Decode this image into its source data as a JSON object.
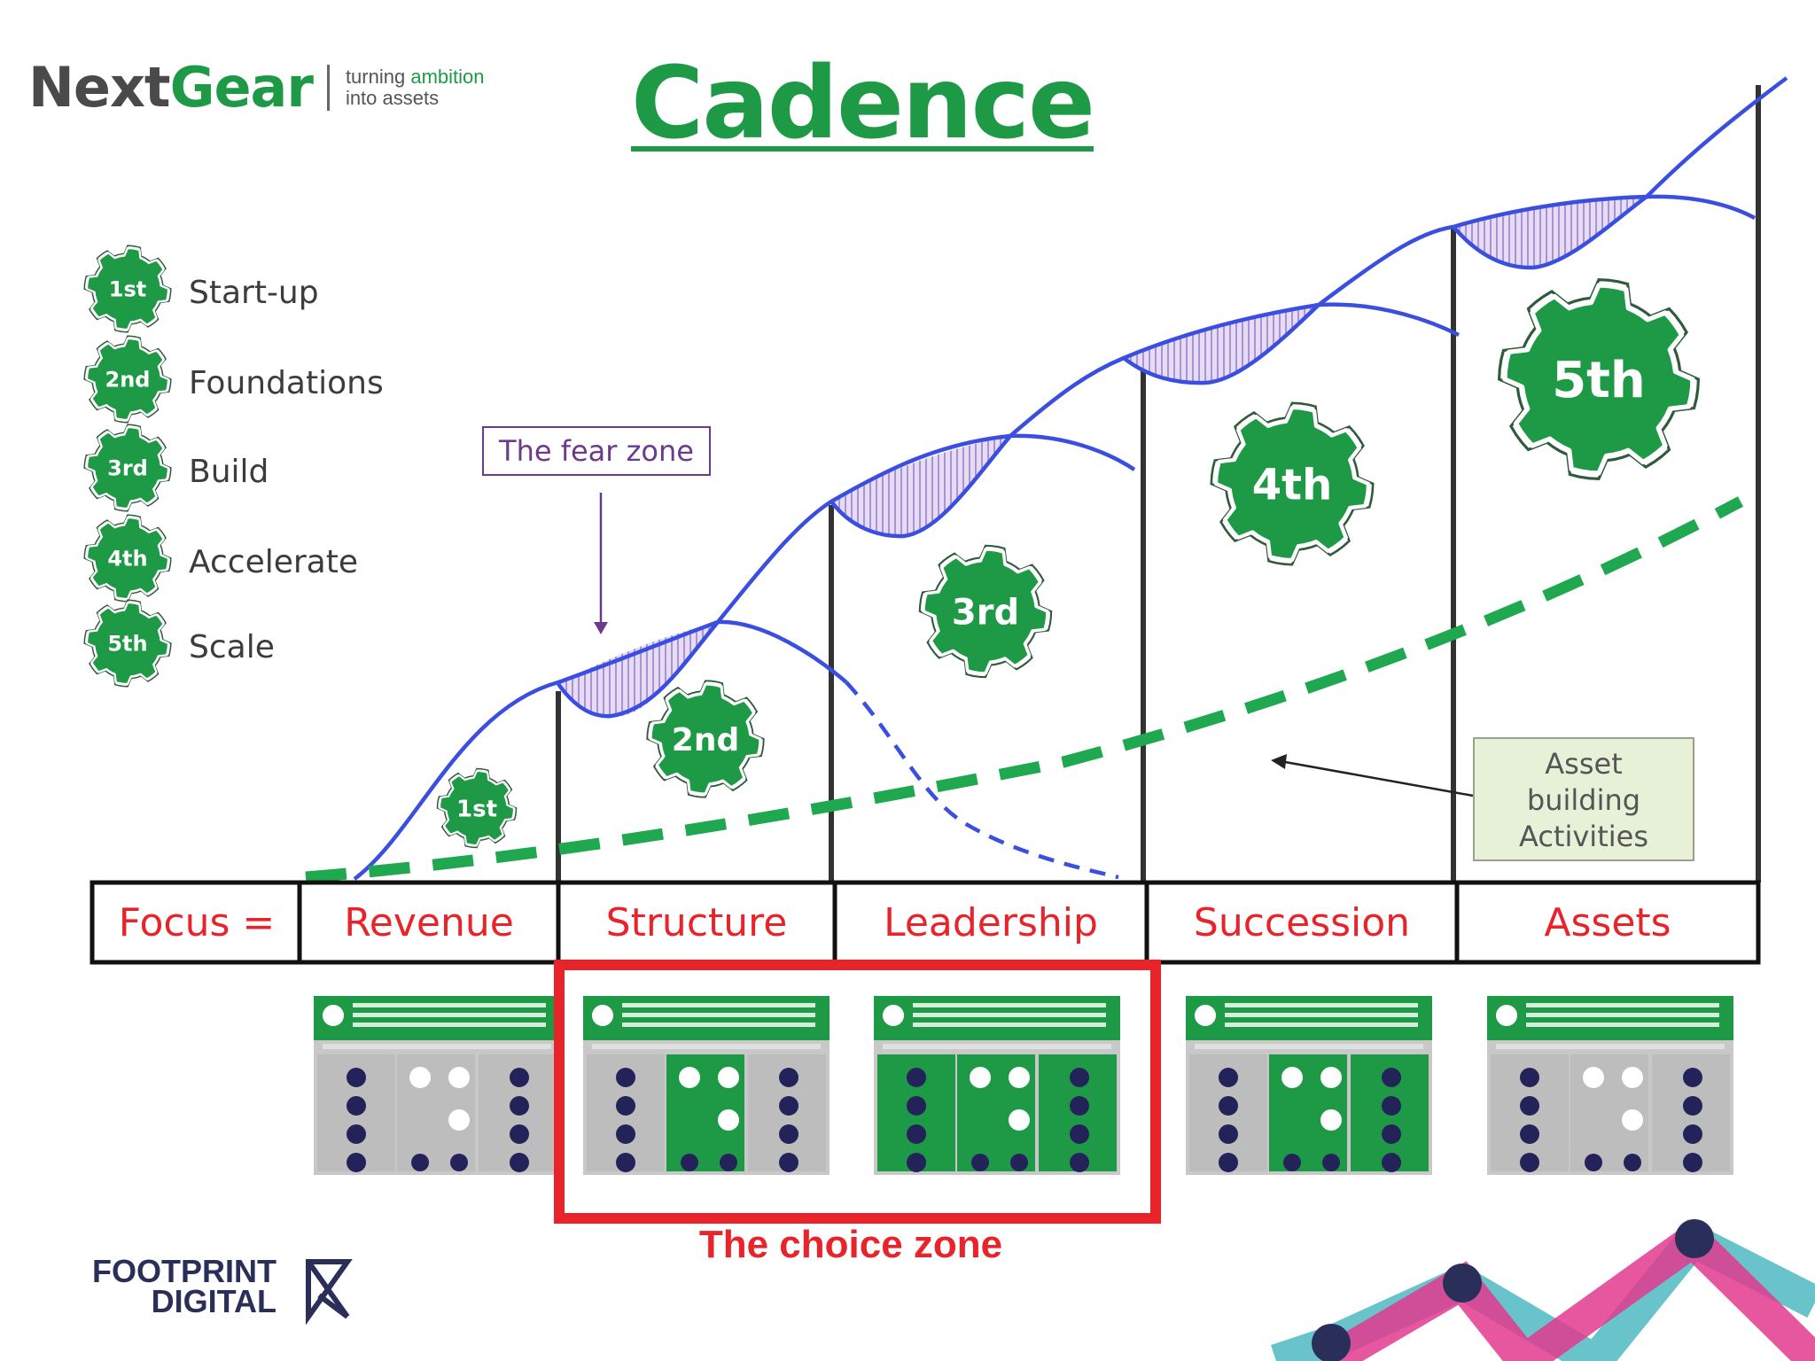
{
  "brand": {
    "name_part1": "Next",
    "name_part2": "Gear",
    "tagline_line1_a": "turning ",
    "tagline_line1_b": "ambition",
    "tagline_line2": "into assets"
  },
  "title": "Cadence",
  "legend": [
    {
      "badge": "1st",
      "label": "Start-up"
    },
    {
      "badge": "2nd",
      "label": "Foundations"
    },
    {
      "badge": "3rd",
      "label": "Build"
    },
    {
      "badge": "4th",
      "label": "Accelerate"
    },
    {
      "badge": "5th",
      "label": "Scale"
    }
  ],
  "stage_gears": [
    "1st",
    "2nd",
    "3rd",
    "4th",
    "5th"
  ],
  "focus": {
    "label": "Focus =",
    "stages": [
      "Revenue",
      "Structure",
      "Leadership",
      "Succession",
      "Assets"
    ]
  },
  "callouts": {
    "fear_zone": "The fear zone",
    "asset_line1": "Asset",
    "asset_line2": "building",
    "asset_line3": "Activities",
    "choice_zone": "The choice zone"
  },
  "footer_logo": {
    "line1": "FOOTPRINT",
    "line2": "DIGITAL"
  },
  "colors": {
    "green": "#1e9a46",
    "blue": "#3a4fe0",
    "red": "#e8232a",
    "purple": "#6b3a8c",
    "dashed_green": "#1fa84f",
    "teal": "#4fb8c2",
    "pink": "#e23a8e",
    "navy": "#2a2f5a"
  }
}
